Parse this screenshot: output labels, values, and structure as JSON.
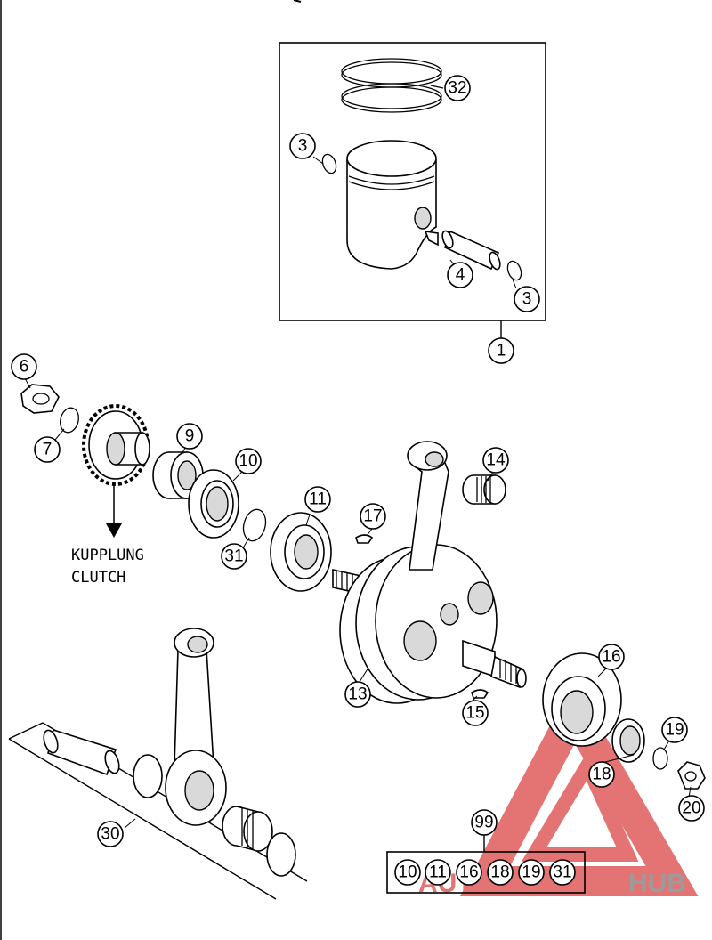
{
  "callouts": {
    "c1": "1",
    "c3a": "3",
    "c3b": "3",
    "c4": "4",
    "c6": "6",
    "c7": "7",
    "c9": "9",
    "c10": "10",
    "c11": "11",
    "c13": "13",
    "c14": "14",
    "c15": "15",
    "c16": "16",
    "c17": "17",
    "c18": "18",
    "c19": "19",
    "c20": "20",
    "c30": "30",
    "c31": "31",
    "c32": "32",
    "c99": "99"
  },
  "kit_items": [
    "10",
    "11",
    "16",
    "18",
    "19",
    "31"
  ],
  "labels": {
    "kupplung": "KUPPLUNG",
    "clutch": "CLUTCH"
  },
  "watermark": {
    "part1": "AUTOMOTO",
    "part2": "HUB",
    "color_main": "#e05b5b",
    "color_hub": "#8a8a8a"
  }
}
